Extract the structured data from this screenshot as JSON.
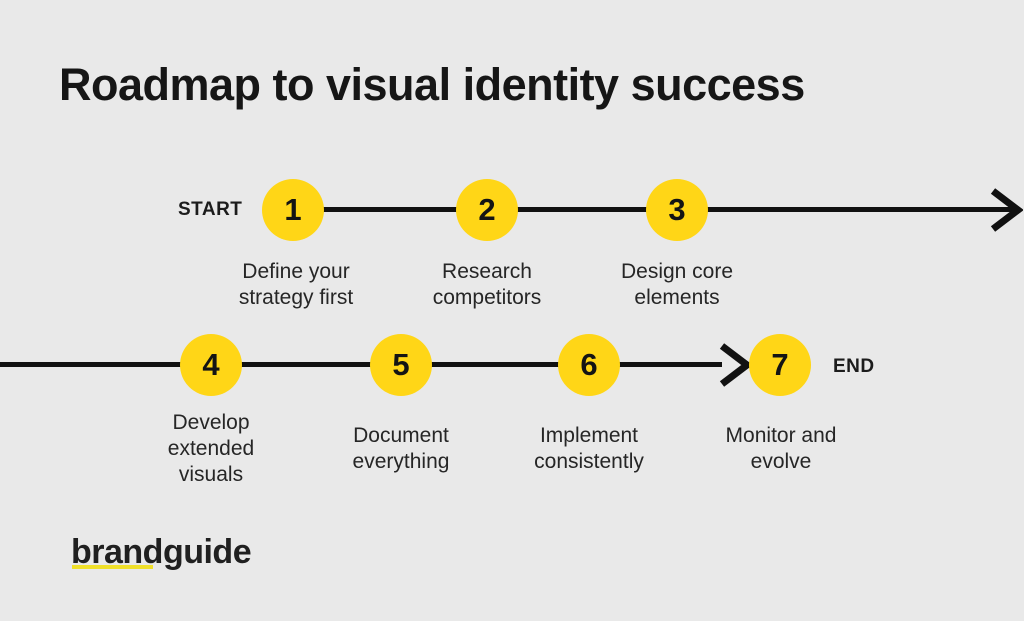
{
  "title": "Roadmap to visual identity success",
  "timeline": {
    "start_label": "START",
    "end_label": "END",
    "steps": [
      {
        "number": "1",
        "label": "Define your\nstrategy first"
      },
      {
        "number": "2",
        "label": "Research\ncompetitors"
      },
      {
        "number": "3",
        "label": "Design core\nelements"
      },
      {
        "number": "4",
        "label": "Develop\nextended\nvisuals"
      },
      {
        "number": "5",
        "label": "Document\neverything"
      },
      {
        "number": "6",
        "label": "Implement\nconsistently"
      },
      {
        "number": "7",
        "label": "Monitor and\nevolve"
      }
    ]
  },
  "logo": {
    "text": "brandguide"
  },
  "colors": {
    "background": "#E9E9E9",
    "step_circle_yellow": "#FFD617",
    "line_black": "#111111",
    "text_dark": "#1C1C1C",
    "logo_underline_yellow": "#F0E02A"
  }
}
